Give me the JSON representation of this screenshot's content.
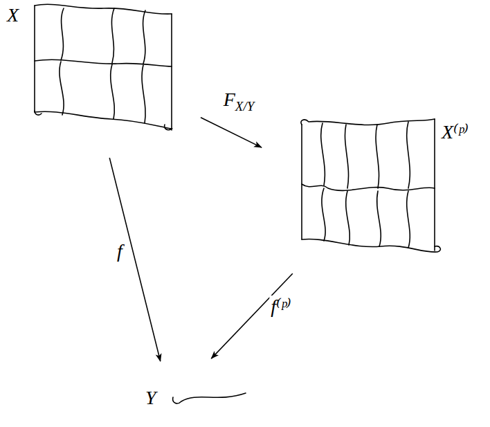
{
  "diagram": {
    "nodes": [
      {
        "text": [
          "X"
        ]
      },
      {
        "text": [
          "X⁽ᵖ⁾"
        ]
      },
      {
        "text": [
          "Y"
        ]
      }
    ],
    "edges": [
      {
        "from": 0,
        "to": 1,
        "label": "FX/Y",
        "arrow": "to"
      },
      {
        "from": 0,
        "to": 2,
        "label": "f",
        "arrow": "to"
      },
      {
        "from": 1,
        "to": 2,
        "label": "f⁽ᵖ⁾",
        "arrow": "to"
      }
    ]
  }
}
